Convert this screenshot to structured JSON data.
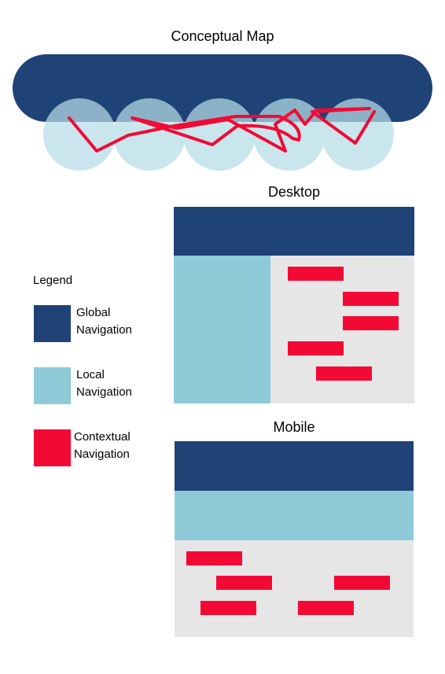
{
  "colors": {
    "global": "#1f4277",
    "local": "#8ecad8",
    "local_circle": "#b7dde7",
    "contextual": "#f20a35",
    "content": "#e6e6e6"
  },
  "conceptual_map": {
    "title": "Conceptual Map"
  },
  "desktop": {
    "title": "Desktop"
  },
  "mobile": {
    "title": "Mobile"
  },
  "legend": {
    "heading": "Legend",
    "items": [
      {
        "label_line1": "Global",
        "label_line2": "Navigation"
      },
      {
        "label_line1": "Local",
        "label_line2": "Navigation"
      },
      {
        "label_line1": "Contextual",
        "label_line2": "Navigation"
      }
    ]
  }
}
